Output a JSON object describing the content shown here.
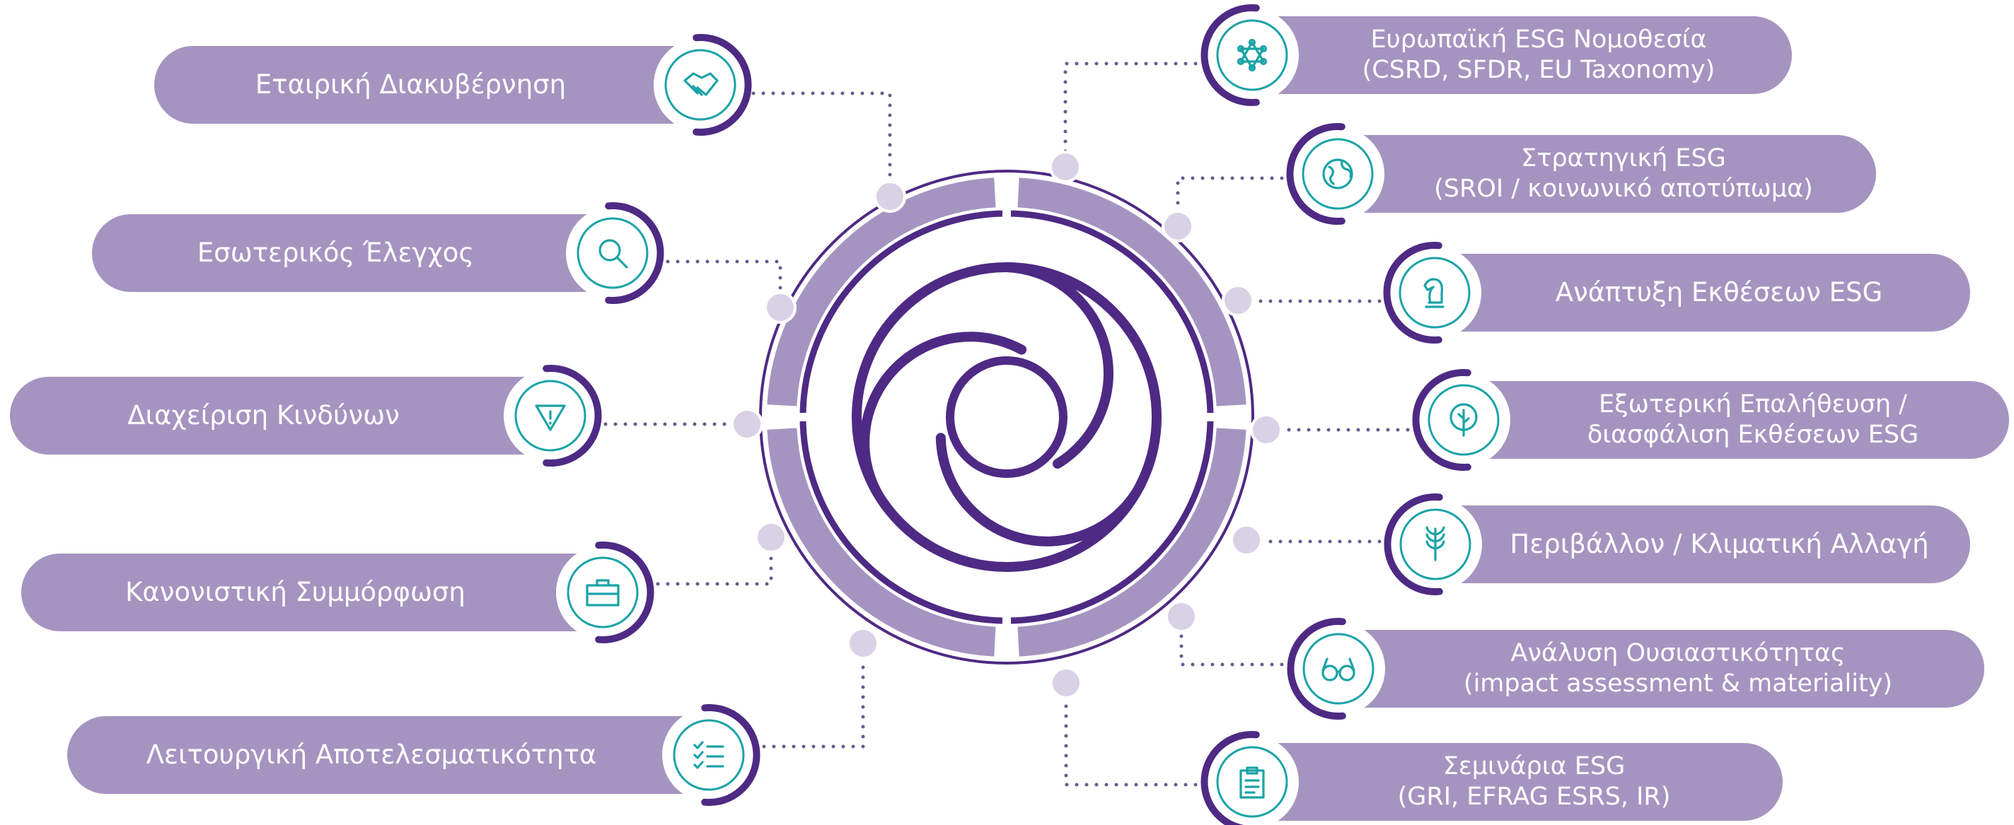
{
  "colors": {
    "pill": "#a594c0",
    "pill_arc": "#4e2a84",
    "ring_light": "#a594c0",
    "ring_dark": "#4e2a84",
    "dot_line": "#6a5a8e",
    "icon_teal": "#1ba3a7",
    "node": "#d9d1e6",
    "text": "#ffffff"
  },
  "services_left": [
    {
      "lines": [
        "Εταιρική Διακυβέρνηση"
      ],
      "icon": "handshake-icon"
    },
    {
      "lines": [
        "Εσωτερικός Έλεγχος"
      ],
      "icon": "magnifier-icon"
    },
    {
      "lines": [
        "Διαχείριση Κινδύνων"
      ],
      "icon": "warning-triangle-icon"
    },
    {
      "lines": [
        "Κανονιστική Συμμόρφωση"
      ],
      "icon": "briefcase-icon"
    },
    {
      "lines": [
        "Λειτουργική Αποτελεσματικότητα"
      ],
      "icon": "checklist-icon"
    }
  ],
  "services_right": [
    {
      "lines": [
        "Ευρωπαϊκή ESG Νομοθεσία",
        "(CSRD, SFDR, EU Taxonomy)"
      ],
      "icon": "network-icon"
    },
    {
      "lines": [
        "Στρατηγική ESG",
        "(SROI / κοινωνικό αποτύπωμα)"
      ],
      "icon": "globe-icon"
    },
    {
      "lines": [
        "Ανάπτυξη Εκθέσεων ESG"
      ],
      "icon": "chess-knight-icon"
    },
    {
      "lines": [
        "Εξωτερική Επαλήθευση /",
        "διασφάλιση Εκθέσεων ESG"
      ],
      "icon": "tree-icon"
    },
    {
      "lines": [
        "Περιβάλλον / Κλιματική Αλλαγή"
      ],
      "icon": "wheat-icon"
    },
    {
      "lines": [
        "Ανάλυση Ουσιαστικότητας",
        "(impact assessment & materiality)"
      ],
      "icon": "glasses-icon"
    },
    {
      "lines": [
        "Σεμινάρια ESG",
        "(GRI, EFRAG ESRS, IR)"
      ],
      "icon": "clipboard-icon"
    }
  ]
}
